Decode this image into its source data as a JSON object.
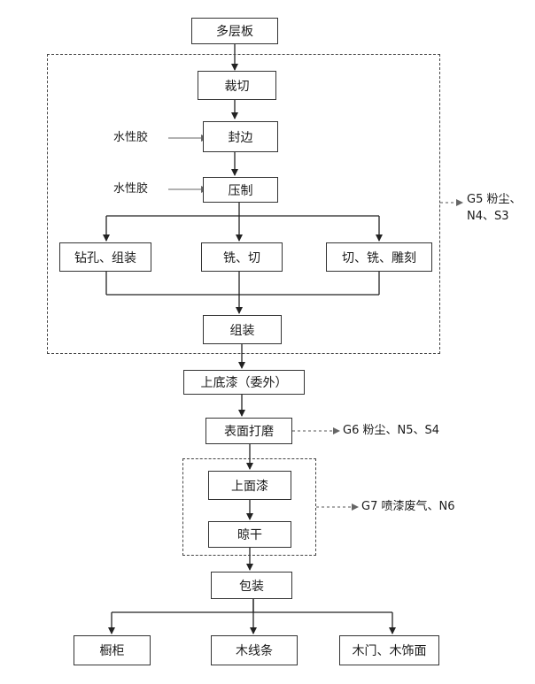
{
  "nodes": {
    "plywood": "多层板",
    "cutting": "裁切",
    "edge_banding": "封边",
    "pressing": "压制",
    "drill_assemble": "钻孔、组装",
    "mill_cut": "铣、切",
    "cut_mill_carve": "切、铣、雕刻",
    "assemble": "组装",
    "primer": "上底漆（委外）",
    "sanding": "表面打磨",
    "topcoat": "上面漆",
    "drying": "晾干",
    "packaging": "包装",
    "cabinet": "橱柜",
    "wood_trim": "木线条",
    "wood_door": "木门、木饰面"
  },
  "inputs": {
    "glue_edge": "水性胶",
    "glue_press": "水性胶"
  },
  "emissions": {
    "g5_line1": "G5 粉尘、",
    "g5_line2": "N4、S3",
    "g6": "G6 粉尘、N5、S4",
    "g7": "G7 喷漆废气、N6"
  }
}
